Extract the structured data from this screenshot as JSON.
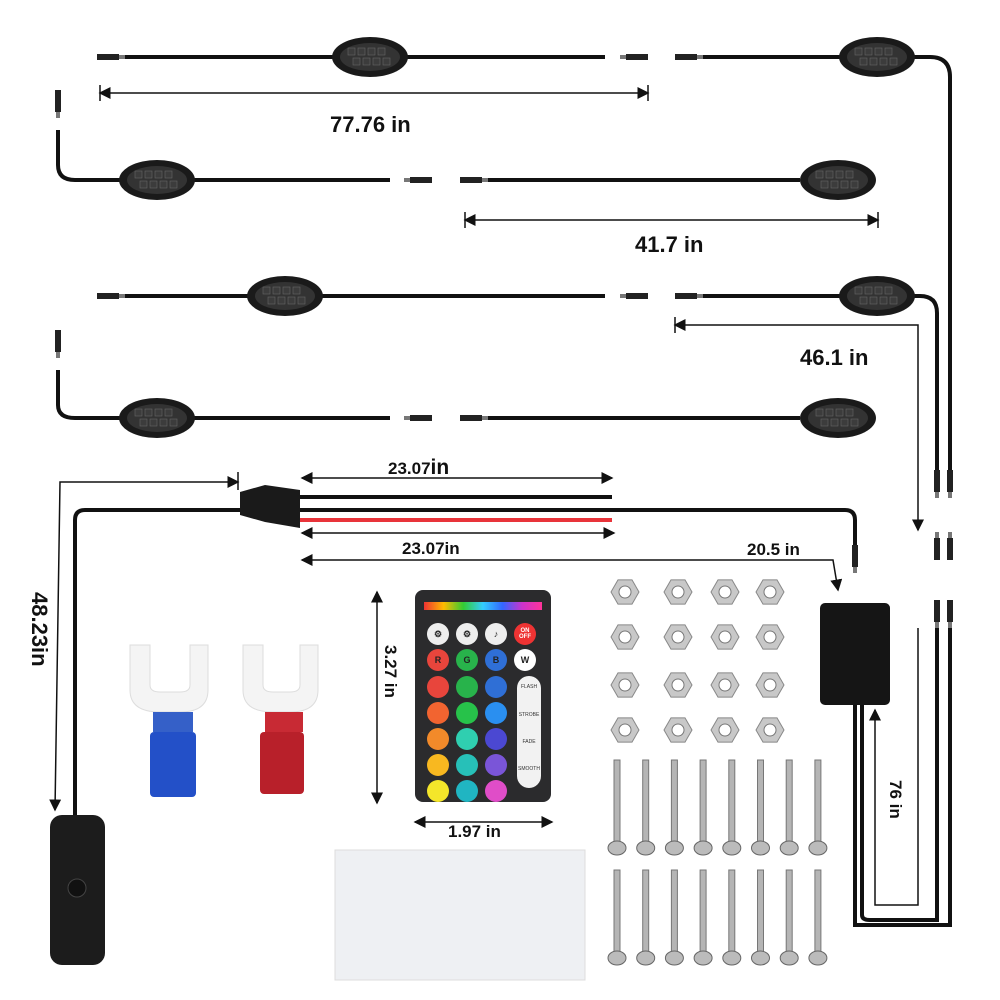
{
  "dimensions": {
    "d1": "77.76 in",
    "d2": "41.7 in",
    "d3": "46.1 in",
    "d4": "23.07",
    "d4_unit": "in",
    "d5": "23.07in",
    "d6": "20.5 in",
    "d7": "48.23in",
    "d8": "3.27 in",
    "d9": "1.97 in",
    "d10": "76 in"
  },
  "remote": {
    "on_off": "ON OFF",
    "r": "R",
    "g": "G",
    "b": "B",
    "w": "W",
    "flash": "FLASH",
    "strobe": "STROBE",
    "fade": "FADE",
    "smooth": "SMOOTH",
    "colors": [
      "#e8453c",
      "#28b34b",
      "#2f6fd6",
      "#f26430",
      "#27c24a",
      "#2a8ff0",
      "#f28a2a",
      "#2fcfb0",
      "#4b48d2",
      "#f8b820",
      "#27c0b8",
      "#7a55d8",
      "#f4e62a",
      "#20b5c2",
      "#e04dc8"
    ]
  },
  "colors": {
    "wire": "#111111",
    "red_wire": "#e8343a",
    "blue_terminal": "#2350c8",
    "red_terminal": "#b8202a"
  }
}
